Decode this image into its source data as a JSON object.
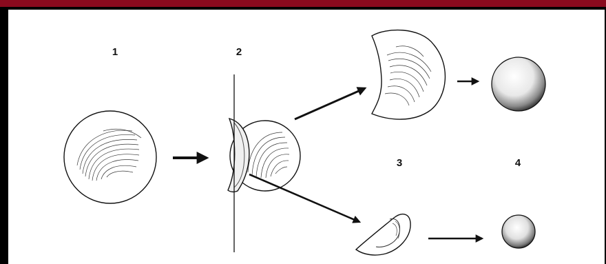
{
  "labels": {
    "step1": "1",
    "step2": "2",
    "step3": "3",
    "step4": "4"
  },
  "colors": {
    "top_bar": "#8a0a1e",
    "background": "#000000",
    "panel": "#ffffff",
    "ink": "#111111"
  },
  "icons": {
    "arrow": "arrow-icon",
    "cell": "sphere-icon"
  }
}
